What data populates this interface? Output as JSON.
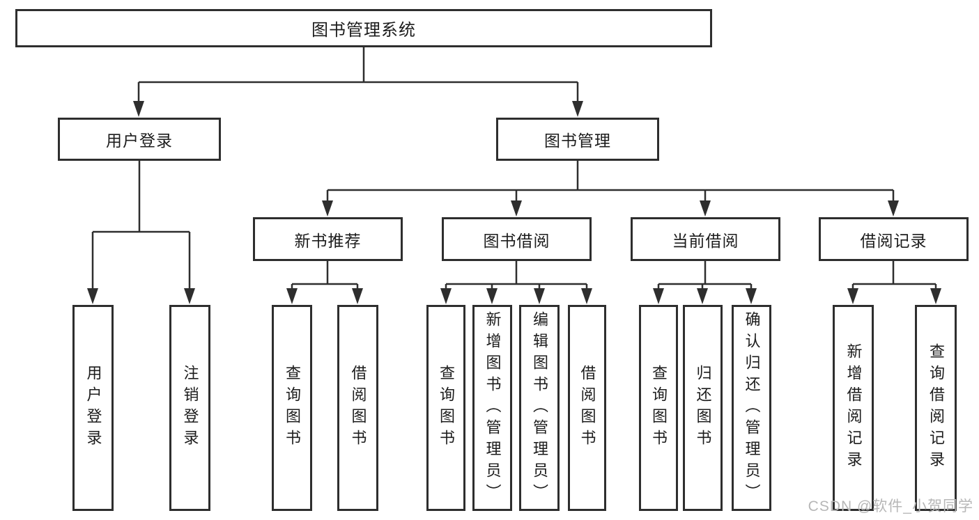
{
  "diagram": {
    "root": {
      "label": "图书管理系统"
    },
    "level2": [
      {
        "label": "用户登录",
        "parent": "图书管理系统"
      },
      {
        "label": "图书管理",
        "parent": "图书管理系统"
      }
    ],
    "level3": [
      {
        "label": "新书推荐",
        "parent": "图书管理"
      },
      {
        "label": "图书借阅",
        "parent": "图书管理"
      },
      {
        "label": "当前借阅",
        "parent": "图书管理"
      },
      {
        "label": "借阅记录",
        "parent": "图书管理"
      }
    ],
    "leaves": [
      {
        "label": "用户登录",
        "parent": "用户登录"
      },
      {
        "label": "注销登录",
        "parent": "用户登录"
      },
      {
        "label": "查询图书",
        "parent": "新书推荐"
      },
      {
        "label": "借阅图书",
        "parent": "新书推荐"
      },
      {
        "label": "查询图书",
        "parent": "图书借阅"
      },
      {
        "label": "新增图书（管理员）",
        "parent": "图书借阅"
      },
      {
        "label": "编辑图书（管理员）",
        "parent": "图书借阅"
      },
      {
        "label": "借阅图书",
        "parent": "图书借阅"
      },
      {
        "label": "查询图书",
        "parent": "当前借阅"
      },
      {
        "label": "归还图书",
        "parent": "当前借阅"
      },
      {
        "label": "确认归还（管理员）",
        "parent": "当前借阅"
      },
      {
        "label": "新增借阅记录",
        "parent": "借阅记录"
      },
      {
        "label": "查询借阅记录",
        "parent": "借阅记录"
      }
    ],
    "watermark": "CSDN @软件_小贺同学",
    "colors": {
      "line": "#2e2e2e",
      "text": "#1c1c1c",
      "watermark": "#b7b7b7",
      "background": "#ffffff"
    }
  }
}
